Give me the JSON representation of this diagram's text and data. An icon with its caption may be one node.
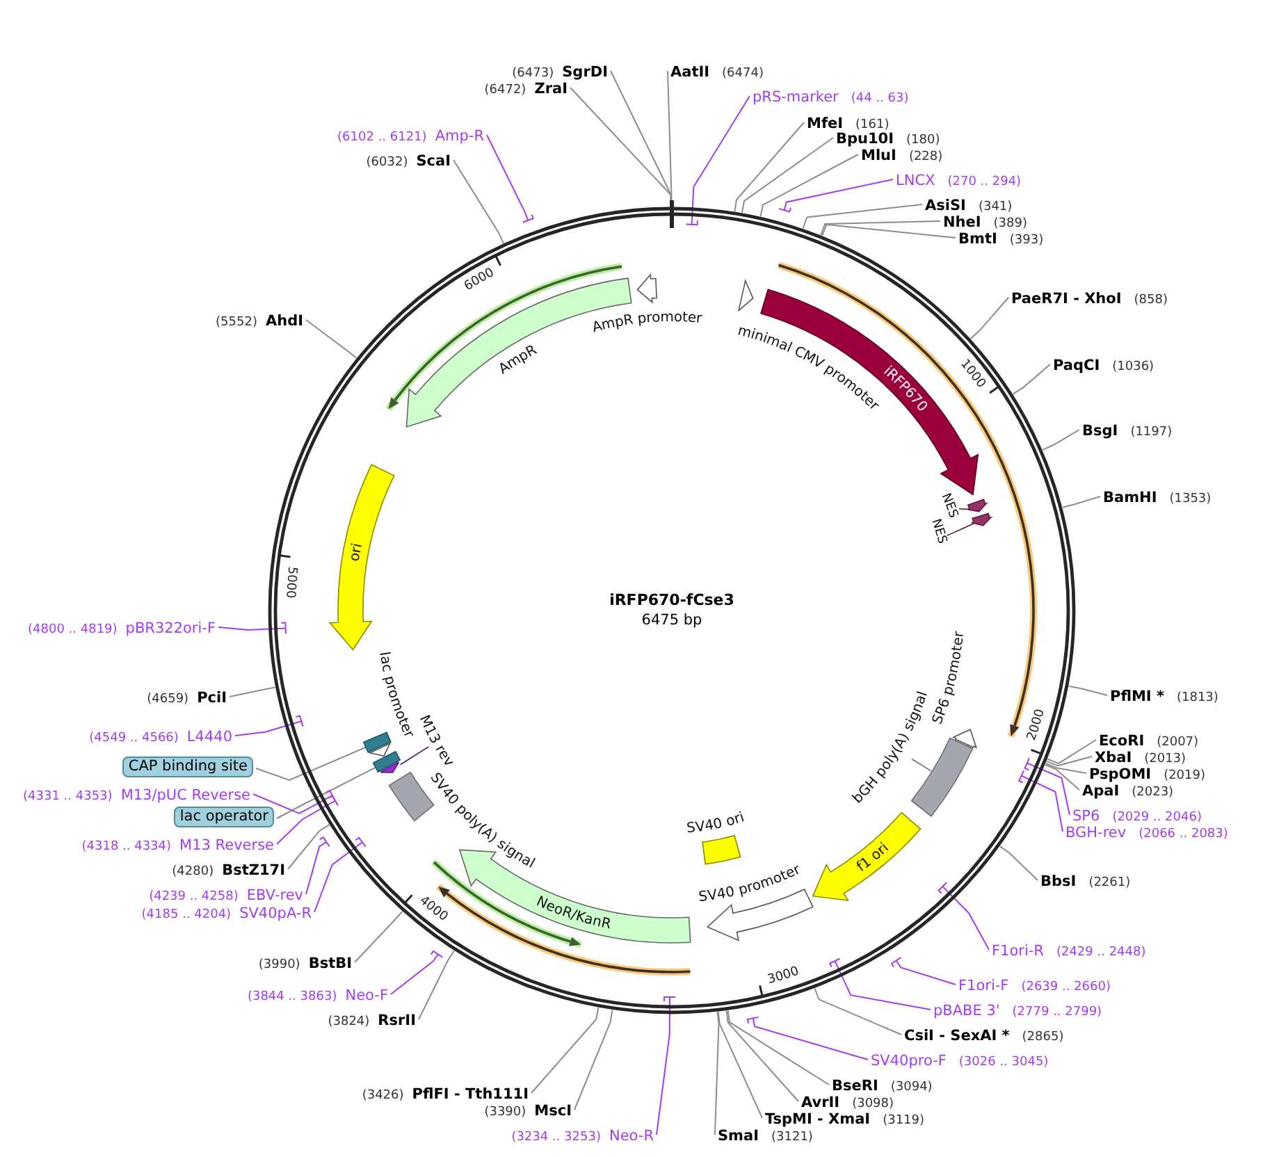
{
  "diagram": {
    "title": "iRFP670-fCse3",
    "nodes": [
      {
        "text": [],
        "shape": "circle"
      },
      {
        "text": [
          "minimal CMV promoter"
        ],
        "in": 0
      },
      {
        "text": [
          "iRFP670"
        ],
        "in": 0
      },
      {
        "text": [
          "NES"
        ],
        "in": 0
      },
      {
        "text": [
          "NES"
        ],
        "in": 0
      },
      {
        "text": [
          "SP6 promoter"
        ],
        "in": 0
      },
      {
        "text": [
          "bGH poly(A) signal"
        ],
        "in": 0
      },
      {
        "text": [
          "f1 ori"
        ],
        "in": 0
      },
      {
        "text": [
          "SV40 promoter"
        ],
        "in": 0
      },
      {
        "text": [
          "SV40 ori"
        ],
        "in": 0
      },
      {
        "text": [
          "NeoR/KanR"
        ],
        "in": 0
      },
      {
        "text": [
          "SV40 poly(A) signal"
        ],
        "in": 0
      },
      {
        "text": [],
        "shape": "box",
        "in": 0
      },
      {
        "text": [
          "lac promoter"
        ],
        "in": 0
      },
      {
        "text": [],
        "shape": "box",
        "in": 0
      },
      {
        "text": [
          "M13 rev"
        ],
        "in": 0
      },
      {
        "text": [
          "ori"
        ],
        "in": 0
      },
      {
        "text": [
          "AmpR"
        ],
        "in": 0
      },
      {
        "text": [
          "AmpR promoter"
        ],
        "in": 0
      },
      {
        "text": [
          "AatII",
          "(6474)"
        ]
      },
      {
        "text": [
          "pRS-marker",
          "(44 .. 63)"
        ]
      },
      {
        "text": [
          "MfeI",
          "(161)"
        ]
      },
      {
        "text": [
          "Bpu10I",
          "(180)"
        ]
      },
      {
        "text": [
          "MluI",
          "(228)"
        ]
      },
      {
        "text": [
          "LNCX",
          "(270 .. 294)"
        ]
      },
      {
        "text": [
          "AsiSI",
          "(341)"
        ]
      },
      {
        "text": [
          "NheI",
          "(389)"
        ]
      },
      {
        "text": [
          "BmtI",
          "(393)"
        ]
      },
      {
        "text": [
          "PaeR7I - XhoI",
          "(858)"
        ]
      },
      {
        "text": [
          "PaqCI",
          "(1036)"
        ]
      },
      {
        "text": [
          "BsgI",
          "(1197)"
        ]
      },
      {
        "text": [
          "BamHI",
          "(1353)"
        ]
      },
      {
        "text": [
          "PflMI *",
          "(1813)"
        ]
      },
      {
        "text": [
          "EcoRI",
          "(2007)"
        ]
      },
      {
        "text": [
          "XbaI",
          "(2013)"
        ]
      },
      {
        "text": [
          "PspOMI",
          "(2019)"
        ]
      },
      {
        "text": [
          "ApaI",
          "(2023)"
        ]
      },
      {
        "text": [
          "SP6",
          "(2029 .. 2046)"
        ]
      },
      {
        "text": [
          "BGH-rev",
          "(2066 .. 2083)"
        ]
      },
      {
        "text": [
          "BbsI",
          "(2261)"
        ]
      },
      {
        "text": [
          "F1ori-R",
          "(2429 .. 2448)"
        ]
      },
      {
        "text": [
          "F1ori-F",
          "(2639 .. 2660)"
        ]
      },
      {
        "text": [
          "pBABE 3'",
          "(2779 .. 2799)"
        ]
      },
      {
        "text": [
          "CsiI - SexAI *",
          "(2865)"
        ]
      },
      {
        "text": [
          "SV40pro-F",
          "(3026 .. 3045)"
        ]
      },
      {
        "text": [
          "BseRI",
          "(3094)"
        ]
      },
      {
        "text": [
          "AvrII",
          "(3098)"
        ]
      },
      {
        "text": [
          "TspMI - XmaI",
          "(3119)"
        ]
      },
      {
        "text": [
          "SmaI",
          "(3121)"
        ]
      },
      {
        "text": [
          "(3234 .. 3253)",
          "Neo-R"
        ]
      },
      {
        "text": [
          "(3390)",
          "MscI"
        ]
      },
      {
        "text": [
          "(3426)",
          "PflFI - Tth111I"
        ]
      },
      {
        "text": [
          "(3824)",
          "RsrII"
        ]
      },
      {
        "text": [
          "(3844 .. 3863)",
          "Neo-F"
        ]
      },
      {
        "text": [
          "(3990)",
          "BstBI"
        ]
      },
      {
        "text": [
          "(4185 .. 4204)",
          "SV40pA-R"
        ]
      },
      {
        "text": [
          "(4239 .. 4258)",
          "EBV-rev"
        ]
      },
      {
        "text": [
          "(4280)",
          "BstZ17I"
        ]
      },
      {
        "text": [
          "(4318 .. 4334)",
          "M13 Reverse"
        ]
      },
      {
        "text": [
          "lac operator"
        ]
      },
      {
        "text": [
          "(4331 .. 4353)",
          "M13/pUC Reverse"
        ]
      },
      {
        "text": [
          "CAP binding site"
        ]
      },
      {
        "text": [
          "(4549 .. 4566)",
          "L4440"
        ]
      },
      {
        "text": [
          "(4659)",
          "PciI"
        ]
      },
      {
        "text": [
          "(4800 .. 4819)",
          "pBR322ori-F"
        ]
      },
      {
        "text": [
          "(5552)",
          "AhdI"
        ]
      },
      {
        "text": [
          "(6032)",
          "ScaI"
        ]
      },
      {
        "text": [
          "(6102 .. 6121)",
          "Amp-R"
        ]
      },
      {
        "text": [
          "(6472)",
          "ZraI"
        ]
      },
      {
        "text": [
          "(6473)",
          "SgrDI"
        ]
      }
    ],
    "edges": [
      {
        "from": 19,
        "to": 0,
        "arrow": "none"
      },
      {
        "from": 20,
        "to": 0,
        "arrow": "none",
        "color": "#a23cf2"
      },
      {
        "from": 21,
        "to": 0,
        "arrow": "none"
      },
      {
        "from": 22,
        "to": 0,
        "arrow": "none"
      },
      {
        "from": 23,
        "to": 0,
        "arrow": "none"
      },
      {
        "from": 24,
        "to": 0,
        "arrow": "none",
        "color": "#a23cf2"
      },
      {
        "from": 25,
        "to": 0,
        "arrow": "none"
      },
      {
        "from": 26,
        "to": 0,
        "arrow": "none"
      },
      {
        "from": 27,
        "to": 0,
        "arrow": "none"
      },
      {
        "from": 28,
        "to": 0,
        "arrow": "none"
      },
      {
        "from": 29,
        "to": 0,
        "arrow": "none"
      },
      {
        "from": 30,
        "to": 0,
        "arrow": "none"
      },
      {
        "from": 31,
        "to": 0,
        "arrow": "none"
      },
      {
        "from": 32,
        "to": 0,
        "arrow": "none"
      },
      {
        "from": 33,
        "to": 0,
        "arrow": "none"
      },
      {
        "from": 34,
        "to": 0,
        "arrow": "none"
      },
      {
        "from": 35,
        "to": 0,
        "arrow": "none"
      },
      {
        "from": 36,
        "to": 0,
        "arrow": "none"
      },
      {
        "from": 37,
        "to": 0,
        "arrow": "none",
        "color": "#a23cf2"
      },
      {
        "from": 38,
        "to": 0,
        "arrow": "none",
        "color": "#a23cf2"
      },
      {
        "from": 39,
        "to": 0,
        "arrow": "none"
      },
      {
        "from": 40,
        "to": 0,
        "arrow": "none",
        "color": "#a23cf2"
      },
      {
        "from": 41,
        "to": 0,
        "arrow": "none",
        "color": "#a23cf2"
      },
      {
        "from": 42,
        "to": 0,
        "arrow": "none",
        "color": "#a23cf2"
      },
      {
        "from": 43,
        "to": 0,
        "arrow": "none"
      },
      {
        "from": 44,
        "to": 0,
        "arrow": "none",
        "color": "#a23cf2"
      },
      {
        "from": 45,
        "to": 0,
        "arrow": "none"
      },
      {
        "from": 46,
        "to": 0,
        "arrow": "none"
      },
      {
        "from": 47,
        "to": 0,
        "arrow": "none"
      },
      {
        "from": 48,
        "to": 0,
        "arrow": "none"
      },
      {
        "from": 49,
        "to": 0,
        "arrow": "none",
        "color": "#a23cf2"
      },
      {
        "from": 50,
        "to": 0,
        "arrow": "none"
      },
      {
        "from": 51,
        "to": 0,
        "arrow": "none"
      },
      {
        "from": 52,
        "to": 0,
        "arrow": "none"
      },
      {
        "from": 53,
        "to": 0,
        "arrow": "none",
        "color": "#a23cf2"
      },
      {
        "from": 54,
        "to": 0,
        "arrow": "none"
      },
      {
        "from": 55,
        "to": 0,
        "arrow": "none",
        "color": "#a23cf2"
      },
      {
        "from": 56,
        "to": 0,
        "arrow": "none",
        "color": "#a23cf2"
      },
      {
        "from": 57,
        "to": 0,
        "arrow": "none"
      },
      {
        "from": 58,
        "to": 0,
        "arrow": "none",
        "color": "#a23cf2"
      },
      {
        "from": 59,
        "to": 14,
        "arrow": "none"
      },
      {
        "from": 60,
        "to": 0,
        "arrow": "none",
        "color": "#a23cf2"
      },
      {
        "from": 61,
        "to": 12,
        "arrow": "none"
      },
      {
        "from": 62,
        "to": 0,
        "arrow": "none",
        "color": "#a23cf2"
      },
      {
        "from": 63,
        "to": 0,
        "arrow": "none"
      },
      {
        "from": 64,
        "to": 0,
        "arrow": "none",
        "color": "#a23cf2"
      },
      {
        "from": 65,
        "to": 0,
        "arrow": "none"
      },
      {
        "from": 66,
        "to": 0,
        "arrow": "none"
      },
      {
        "from": 67,
        "to": 0,
        "arrow": "none",
        "color": "#a23cf2"
      },
      {
        "from": 68,
        "to": 0,
        "arrow": "none"
      },
      {
        "from": 69,
        "to": 0,
        "arrow": "none"
      }
    ],
    "labels": [
      "6475 bp",
      "1000",
      "2000",
      "3000",
      "4000",
      "5000",
      "6000"
    ]
  }
}
